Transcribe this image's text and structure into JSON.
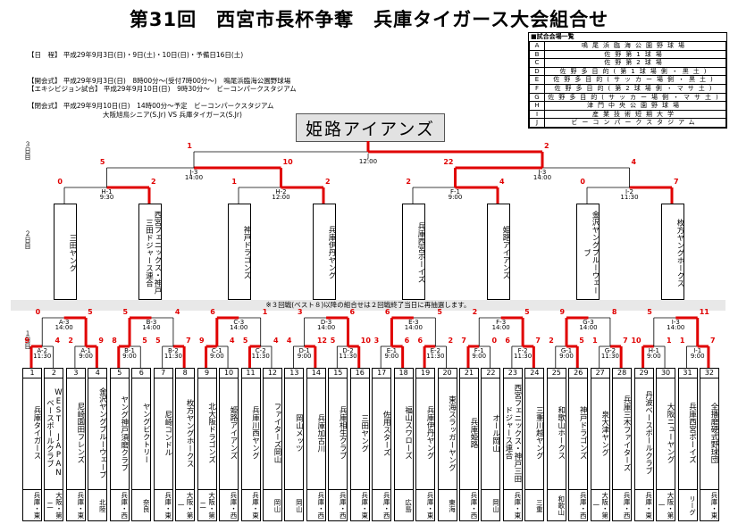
{
  "title": "第31回　西宮市長杯争奪　兵庫タイガース大会組合せ",
  "info": {
    "line1": "【日　程】 平成29年9月3日(日)・9日(土)・10日(日)・予備日16日(土)",
    "line2": "【開会式】 平成29年9月3日(日)　8時00分～(受付7時00分～)　鳴尾浜臨海公園野球場",
    "line3": "【閉会式】 平成29年9月10日(日)　14時00分～予定　ビーコンパークスタジアム",
    "line4": "【エキシビジョン試合】 平成29年9月10日(日)　9時30分～　ビーコンパークスタジアム",
    "line5": "大阪旭鳥シニア(S.Jr) VS 兵庫タイガース(S.Jr)"
  },
  "venues": {
    "header": "■試合会場一覧",
    "rows": [
      {
        "letter": "A",
        "name": "鳴尾浜臨海公園野球場"
      },
      {
        "letter": "B",
        "name": "佐野第1球場"
      },
      {
        "letter": "C",
        "name": "佐野第2球場"
      },
      {
        "letter": "D",
        "name": "佐野多目的(第1球場側・黒土)"
      },
      {
        "letter": "E",
        "name": "佐野多目的(サッカー場側・黒土)"
      },
      {
        "letter": "F",
        "name": "佐野多目的(第2球場側・マサ土)"
      },
      {
        "letter": "G",
        "name": "佐野多目的(サッカー場側・マサ土)"
      },
      {
        "letter": "H",
        "name": "津門中央公園野球場"
      },
      {
        "letter": "I",
        "name": "産業技術短期大学"
      },
      {
        "letter": "J",
        "name": "ビーコンパークスタジアム"
      }
    ]
  },
  "champion": "姫路アイアンズ",
  "round_label_3": "３日目",
  "round_label_2": "２日目",
  "round_label_1": "１日目",
  "note": "※３回戦(ベスト８)以降の組合せは２回戦終了当日に再抽選します。",
  "final": {
    "game": "J",
    "time": "12:00",
    "left_score": "1",
    "right_score": "2"
  },
  "semis": [
    {
      "game": "J-3",
      "time": "14:00",
      "left_score": "5",
      "right_score": "10"
    },
    {
      "game": "J-3",
      "time": "14:00",
      "left_score": "22",
      "right_score": "4"
    }
  ],
  "qf": [
    {
      "game": "H-1",
      "time": "9:30",
      "left_score": "0",
      "right_score": "2"
    },
    {
      "game": "H-2",
      "time": "12:00",
      "left_score": "1",
      "right_score": "2"
    },
    {
      "game": "F-1",
      "time": "9:00",
      "left_score": "2",
      "right_score": "4"
    },
    {
      "game": "I-2",
      "time": "11:30",
      "left_score": "0",
      "right_score": "7"
    }
  ],
  "day2_teams": [
    "三田ヤング",
    "西宮フェニックス・神戸三田ドジャース連合",
    "神戸ドラゴンズ",
    "兵庫伊丹ヤング",
    "兵庫西宮ボーイズ",
    "姫路アイアンズ",
    "金沢ヤングブルーウェーブ",
    "枚方ヤングホークス"
  ],
  "r2": [
    {
      "game": "A-3",
      "time": "14:00",
      "left_score": "0",
      "right_score": "5"
    },
    {
      "game": "B-3",
      "time": "14:00",
      "left_score": "5",
      "right_score": "4"
    },
    {
      "game": "C-3",
      "time": "14:00",
      "left_score": "6",
      "right_score": "1"
    },
    {
      "game": "D-3",
      "time": "14:00",
      "left_score": "3",
      "right_score": "6"
    },
    {
      "game": "E-3",
      "time": "14:00",
      "left_score": "6",
      "right_score": "5"
    },
    {
      "game": "F-3",
      "time": "14:00",
      "left_score": "2",
      "right_score": "5"
    },
    {
      "game": "G-3",
      "time": "14:00",
      "left_score": "9",
      "right_score": "8"
    },
    {
      "game": "I-3",
      "time": "14:00",
      "left_score": "5",
      "right_score": "11"
    }
  ],
  "r1": [
    {
      "game": "A-2",
      "time": "11:30",
      "left_score": "9",
      "right_score": "4"
    },
    {
      "game": "A-1",
      "time": "9:00",
      "left_score": "2",
      "right_score": "9"
    },
    {
      "game": "B-1",
      "time": "9:00",
      "left_score": "8",
      "right_score": "5"
    },
    {
      "game": "B-2",
      "time": "11:30",
      "left_score": "5",
      "right_score": "7"
    },
    {
      "game": "C-1",
      "time": "9:00",
      "left_score": "9",
      "right_score": "4"
    },
    {
      "game": "C-2",
      "time": "11:30",
      "left_score": "5",
      "right_score": "4"
    },
    {
      "game": "D-1",
      "time": "9:00",
      "left_score": "4",
      "right_score": "12"
    },
    {
      "game": "D-2",
      "time": "11:30",
      "left_score": "5",
      "right_score": "10"
    },
    {
      "game": "E-1",
      "time": "9:00",
      "left_score": "3",
      "right_score": "6"
    },
    {
      "game": "E-2",
      "time": "11:30",
      "left_score": "6",
      "right_score": "2"
    },
    {
      "game": "F-1",
      "time": "9:00",
      "left_score": "7",
      "right_score": "0"
    },
    {
      "game": "F-2",
      "time": "11:30",
      "left_score": "6",
      "right_score": "7"
    },
    {
      "game": "G-1",
      "time": "9:00",
      "left_score": "2",
      "right_score": "5"
    },
    {
      "game": "G-2",
      "time": "11:30",
      "left_score": "1",
      "right_score": "7"
    },
    {
      "game": "H-1",
      "time": "9:00",
      "left_score": "10",
      "right_score": "1"
    },
    {
      "game": "I-1",
      "time": "9:00",
      "left_score": "1",
      "right_score": "7"
    }
  ],
  "teams": [
    {
      "no": "1",
      "name": "兵庫タイガース",
      "pref": "兵庫・東"
    },
    {
      "no": "2",
      "name": "WEST JAPAN ベースボールクラブ",
      "pref": "大阪・第二"
    },
    {
      "no": "3",
      "name": "尼崎園田フレンズ",
      "pref": "兵庫・東"
    },
    {
      "no": "4",
      "name": "金沢ヤングブルーウェーブ",
      "pref": "北陸"
    },
    {
      "no": "5",
      "name": "ヤング神戸須磨クラブ",
      "pref": "兵庫・西"
    },
    {
      "no": "6",
      "name": "ヤングビクトリー",
      "pref": "奈良"
    },
    {
      "no": "7",
      "name": "尼崎コンドル",
      "pref": "兵庫・東"
    },
    {
      "no": "8",
      "name": "枚方ヤングホークス",
      "pref": "大阪・第一"
    },
    {
      "no": "9",
      "name": "北大阪ドラゴンズ",
      "pref": "大阪・第二"
    },
    {
      "no": "10",
      "name": "姫路アイアンズ",
      "pref": "兵庫・西"
    },
    {
      "no": "11",
      "name": "兵庫川西ヤング",
      "pref": "兵庫・東"
    },
    {
      "no": "12",
      "name": "ファイターズ岡山",
      "pref": "岡山"
    },
    {
      "no": "13",
      "name": "岡山メッツ",
      "pref": "岡山"
    },
    {
      "no": "14",
      "name": "兵庫加古川",
      "pref": "兵庫・西"
    },
    {
      "no": "15",
      "name": "兵庫相生クラブ",
      "pref": "兵庫・西"
    },
    {
      "no": "16",
      "name": "三田ヤング",
      "pref": "兵庫・東"
    },
    {
      "no": "17",
      "name": "佐用スターズ",
      "pref": "兵庫・西"
    },
    {
      "no": "18",
      "name": "福山スワローズ",
      "pref": "広島"
    },
    {
      "no": "19",
      "name": "兵庫伊丹ヤング",
      "pref": "兵庫・東"
    },
    {
      "no": "20",
      "name": "東海スラッガーヤング",
      "pref": "東海"
    },
    {
      "no": "21",
      "name": "兵庫姫路",
      "pref": "兵庫・西"
    },
    {
      "no": "22",
      "name": "オール岡山",
      "pref": "岡山"
    },
    {
      "no": "23",
      "name": "西宮フェニックス・神戸三田ドジャース連合",
      "pref": "兵庫・東"
    },
    {
      "no": "24",
      "name": "三重川越ヤング",
      "pref": "三重"
    },
    {
      "no": "25",
      "name": "和歌山ホークス",
      "pref": "和歌山"
    },
    {
      "no": "26",
      "name": "神戸ドラゴンズ",
      "pref": "兵庫・西"
    },
    {
      "no": "27",
      "name": "泉大津ヤング",
      "pref": "大阪・第一"
    },
    {
      "no": "28",
      "name": "兵庫三木ファイターズ",
      "pref": "兵庫・西"
    },
    {
      "no": "29",
      "name": "丹波ベースボールクラブ",
      "pref": "兵庫・東"
    },
    {
      "no": "30",
      "name": "大阪ニューヤング",
      "pref": "大阪・第一"
    },
    {
      "no": "31",
      "name": "兵庫西宮ボーイズ",
      "pref": "リーグ"
    },
    {
      "no": "32",
      "name": "全播磨硬式野球団",
      "pref": "兵庫・東"
    }
  ]
}
